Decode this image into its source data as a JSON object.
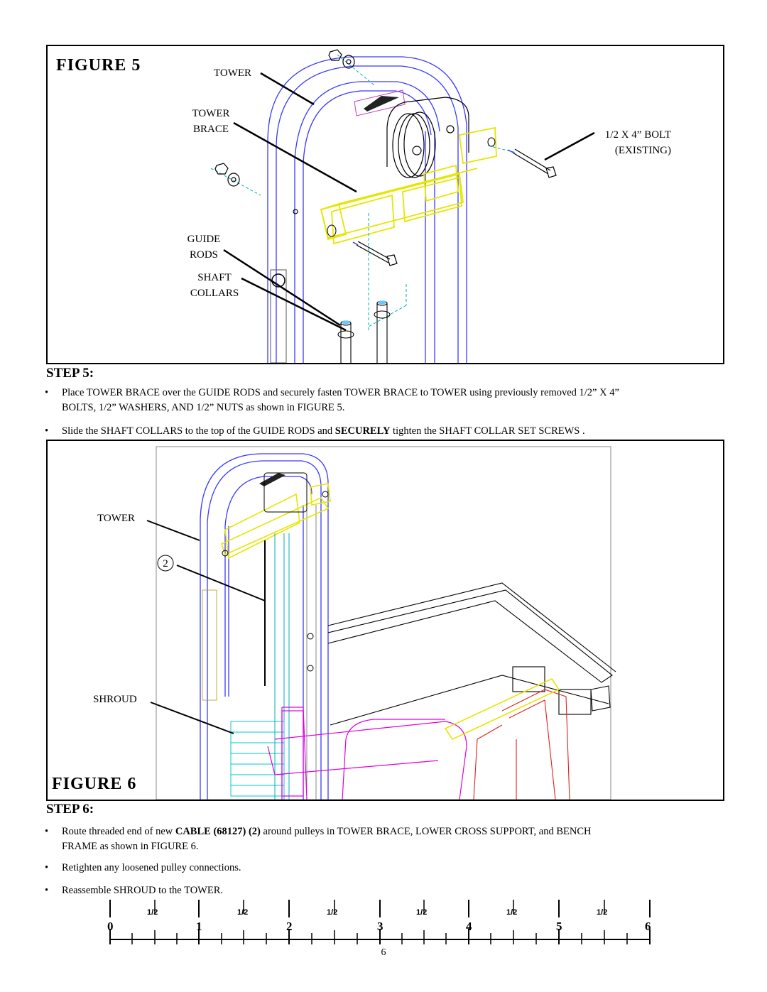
{
  "figure5": {
    "title": "FIGURE  5",
    "labels": {
      "tower": "TOWER",
      "tower_brace_1": "TOWER",
      "tower_brace_2": "BRACE",
      "bolt_1": "1/2 X 4” BOLT",
      "bolt_2": "(EXISTING)",
      "guide_rods_1": "GUIDE",
      "guide_rods_2": "RODS",
      "shaft_collars_1": "SHAFT",
      "shaft_collars_2": "COLLARS"
    }
  },
  "step5": {
    "heading": "STEP 5:",
    "bullets": [
      {
        "line1": "Place TOWER BRACE over the GUIDE RODS and securely fasten TOWER BRACE to TOWER   using previously removed 1/2” X 4”",
        "line2": "BOLTS, 1/2” WASHERS, AND 1/2” NUTS as shown in FIGURE 5."
      },
      {
        "pre": "Slide the SHAFT COLLARS to the top of the GUIDE RODS and ",
        "bold": "SECURELY",
        "post": " tighten the SHAFT COLLAR SET SCREWS ."
      }
    ]
  },
  "figure6": {
    "title": "FIGURE  6",
    "labels": {
      "tower": "TOWER",
      "callout": "2",
      "shroud": "SHROUD"
    }
  },
  "step6": {
    "heading": "STEP 6:",
    "bullet1_pre": "Route threaded end of new ",
    "bullet1_bold": "CABLE (68127) (2)",
    "bullet1_post": " around pulleys in TOWER BRACE, LOWER CROSS SUPPORT, and BENCH",
    "bullet1_line2": "FRAME as shown in FIGURE 6.",
    "bullet2": "Retighten any loosened pulley connections.",
    "bullet3": "Reassemble SHROUD to the TOWER."
  },
  "ruler": {
    "numbers": [
      "0",
      "1",
      "2",
      "3",
      "4",
      "5",
      "6"
    ],
    "half_label": "1/2"
  },
  "page_number": "6"
}
